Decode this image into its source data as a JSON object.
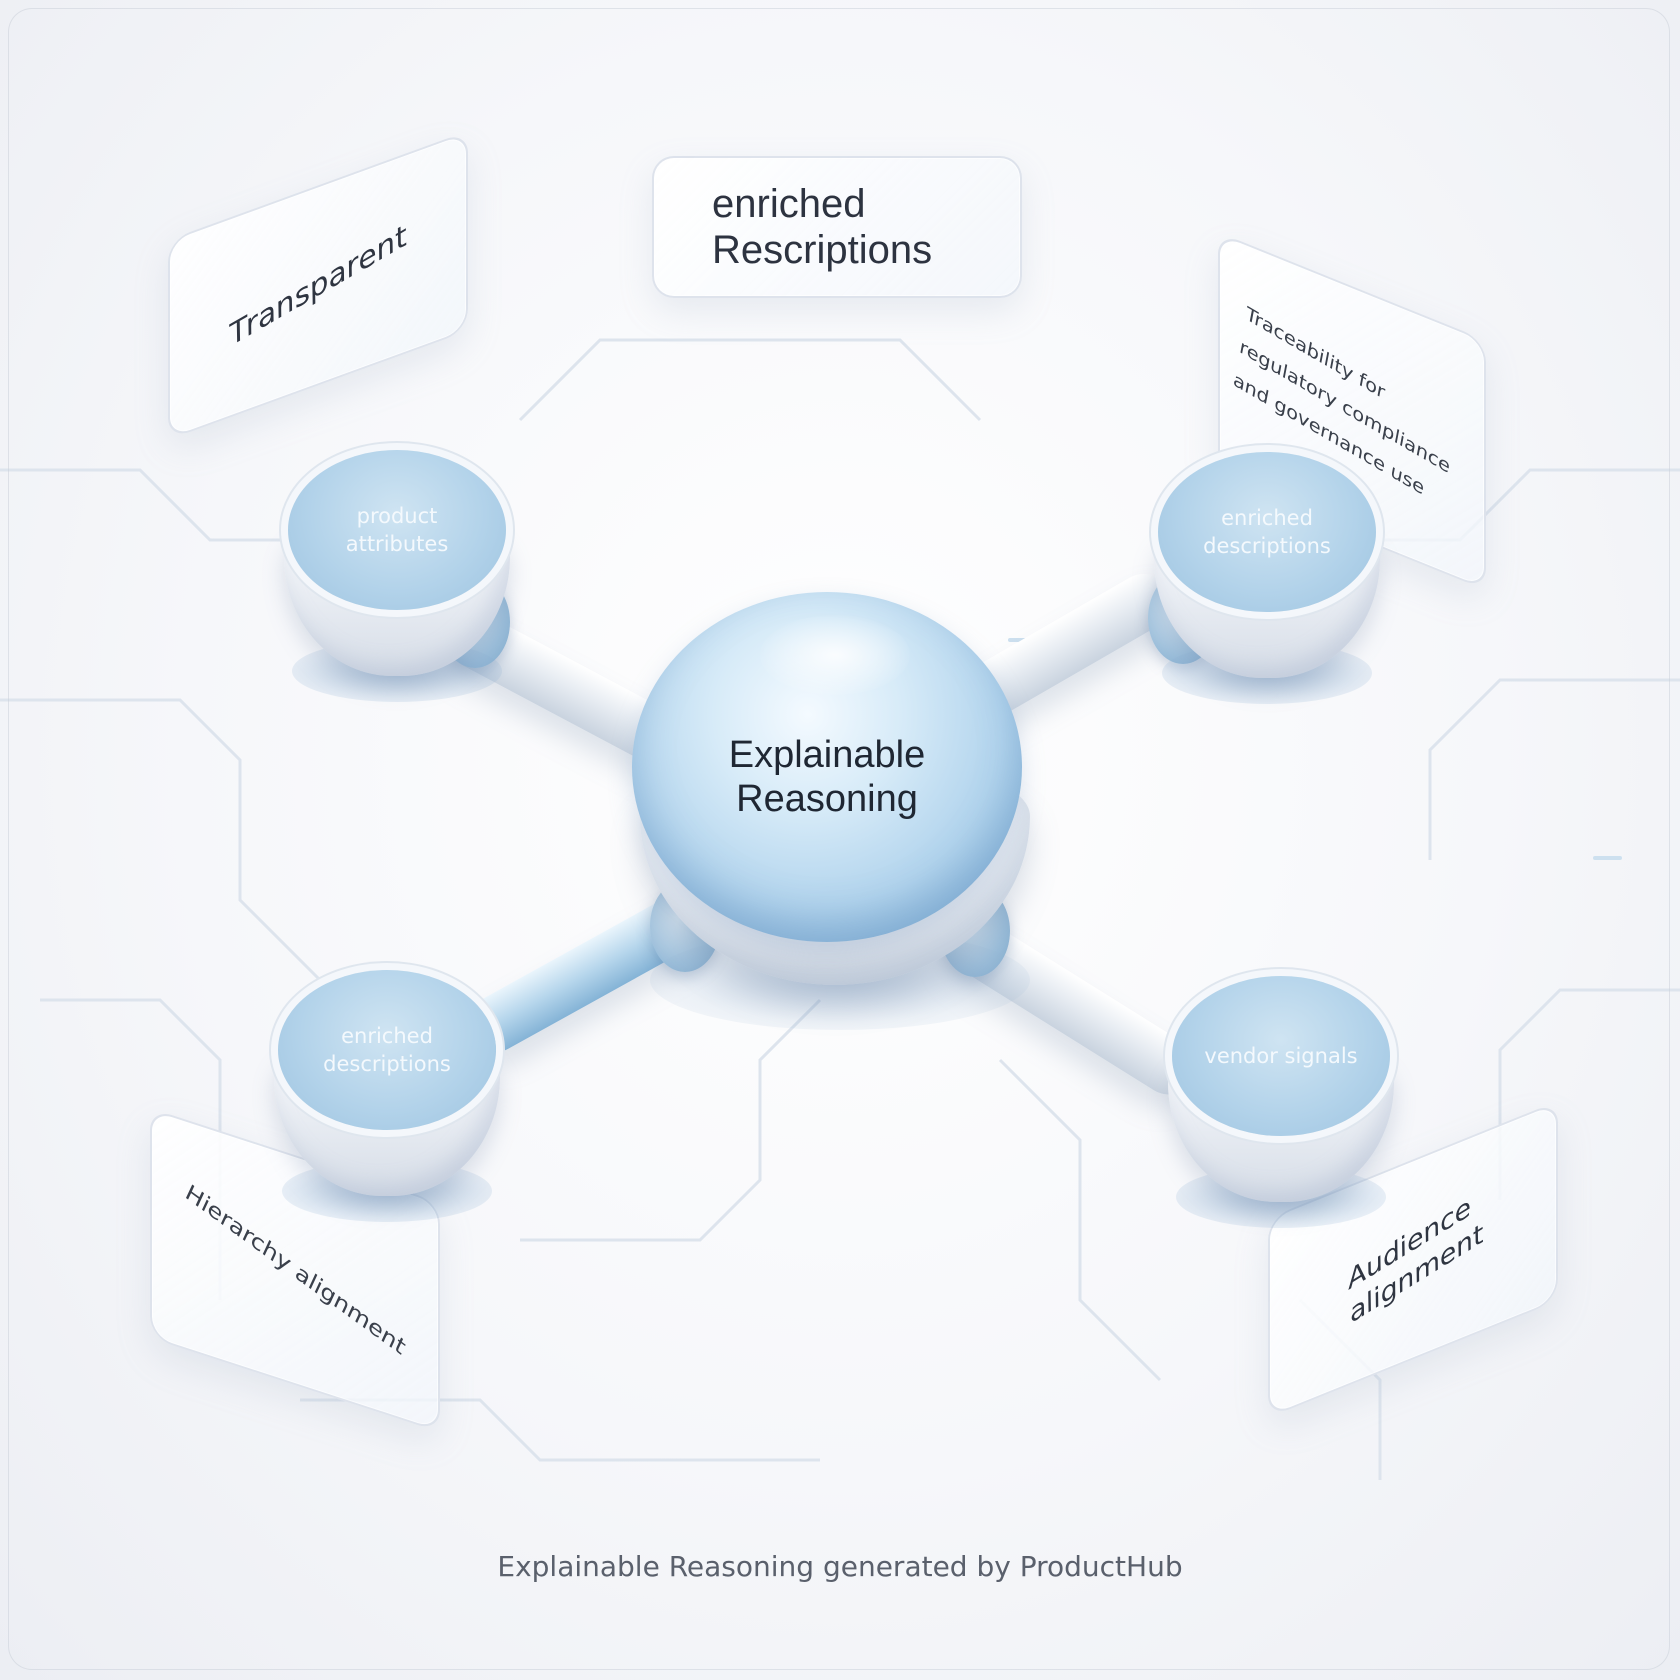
{
  "hub": {
    "label": "Explainable Reasoning"
  },
  "panels": {
    "top": "enriched Rescriptions",
    "top_left": "Transparent",
    "top_right": "Traceability for regulatory compliance and governance use",
    "bottom_left": "Hierarchy alignment",
    "bottom_right": "Audience alignment"
  },
  "nodes": {
    "top_left": "product attributes",
    "top_right": "enriched descriptions",
    "bottom_left": "enriched descriptions",
    "bottom_right": "vendor signals"
  },
  "caption": "Explainable Reasoning generated by ProductHub",
  "colors": {
    "node_blue": "#b3d3ea",
    "hub_blue": "#b2d4ed",
    "accent_pipe": "#84b3d6",
    "background": "#f1f3f7"
  }
}
